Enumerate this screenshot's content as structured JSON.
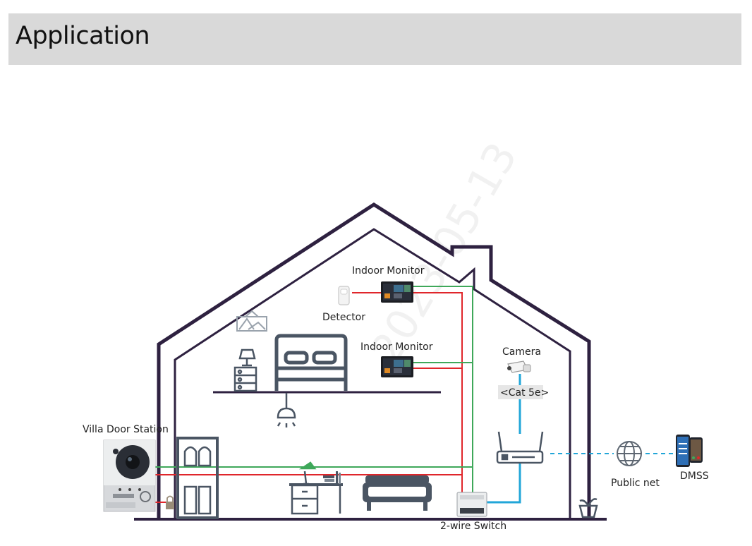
{
  "header": {
    "title": "Application"
  },
  "watermark": "2023-05-13",
  "labels": {
    "villa_door_station": "Villa Door Station",
    "indoor_monitor_top": "Indoor Monitor",
    "indoor_monitor_mid": "Indoor Monitor",
    "detector": "Detector",
    "camera": "Camera",
    "cat5e": "<Cat 5e>",
    "public_net": "Public net",
    "dmss": "DMSS",
    "two_wire_switch": "2-wire Switch"
  },
  "colors": {
    "house_outline": "#2e2140",
    "wire_red": "#e0262b",
    "wire_green": "#3fa85a",
    "wire_blue": "#22a6d8",
    "furniture": "#4a5563",
    "header_bg": "#d9d9d9"
  }
}
